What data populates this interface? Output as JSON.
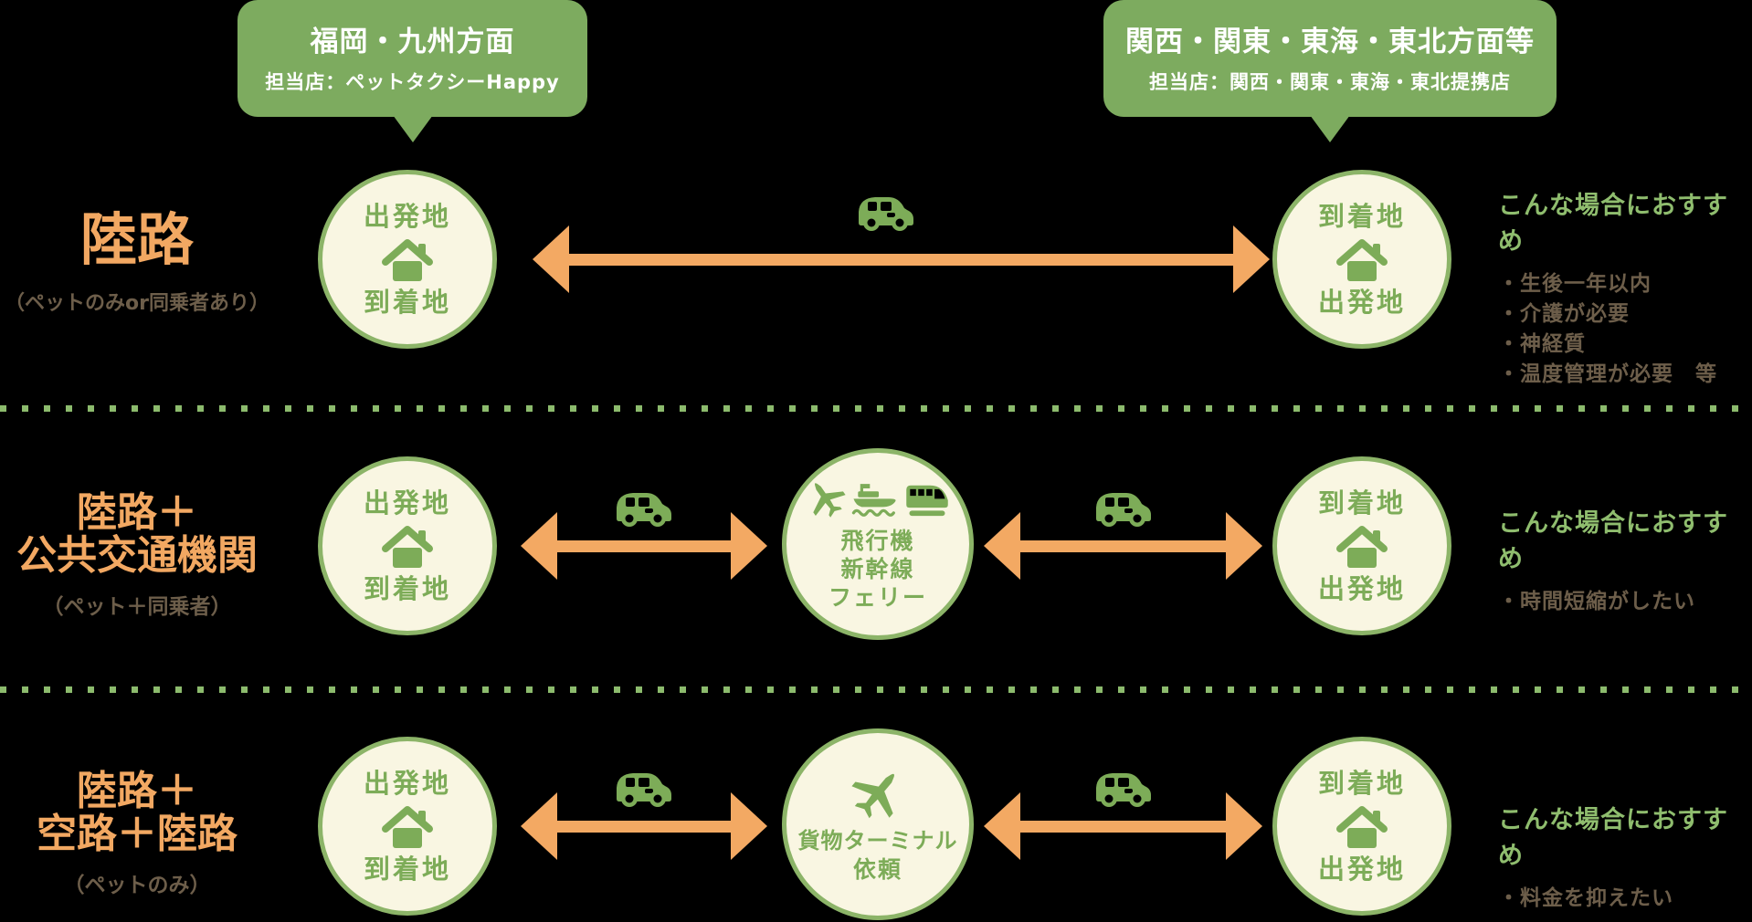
{
  "headers": [
    {
      "title": "福岡・九州方面",
      "subtitle": "担当店：ペットタクシーHappy"
    },
    {
      "title": "関西・関東・東海・東北方面等",
      "subtitle": "担当店：関西・関東・東海・東北提携店"
    }
  ],
  "rows": [
    {
      "label": "陸路",
      "sublabel": "（ペットのみor同乗者あり）",
      "left_circle": {
        "top": "出発地",
        "bottom": "到着地"
      },
      "right_circle": {
        "top": "到着地",
        "bottom": "出発地"
      },
      "reco": {
        "heading": "こんな場合におすすめ",
        "items": [
          "・生後一年以内",
          "・介護が必要",
          "・神経質",
          "・温度管理が必要　等"
        ]
      }
    },
    {
      "label": "陸路＋",
      "label2": "公共交通機関",
      "sublabel": "（ペット＋同乗者）",
      "left_circle": {
        "top": "出発地",
        "bottom": "到着地"
      },
      "middle_circle": {
        "lines": [
          "飛行機",
          "新幹線",
          "フェリー"
        ]
      },
      "right_circle": {
        "top": "到着地",
        "bottom": "出発地"
      },
      "reco": {
        "heading": "こんな場合におすすめ",
        "items": [
          "・時間短縮がしたい"
        ]
      }
    },
    {
      "label": "陸路＋",
      "label2": "空路＋陸路",
      "sublabel": "（ペットのみ）",
      "left_circle": {
        "top": "出発地",
        "bottom": "到着地"
      },
      "middle_circle": {
        "lines": [
          "貨物ターミナル",
          "依頼"
        ]
      },
      "right_circle": {
        "top": "到着地",
        "bottom": "出発地"
      },
      "reco": {
        "heading": "こんな場合におすすめ",
        "items": [
          "・料金を抑えたい"
        ]
      }
    }
  ],
  "icons": [
    "house-icon",
    "car-icon",
    "airplane-icon",
    "ferry-icon",
    "shinkansen-icon",
    "cargo-airplane-icon"
  ],
  "colors": {
    "background": "#000000",
    "bubble_green": "#7dab5f",
    "circle_fill": "#f9f6e2",
    "circle_border": "#8cb468",
    "green_text": "#7dac58",
    "heading_green": "#8fbd6e",
    "orange": "#f2a862",
    "arrow_orange": "#f3a963",
    "brown": "#6d5e4a",
    "dot_green": "#8cbb6d"
  }
}
